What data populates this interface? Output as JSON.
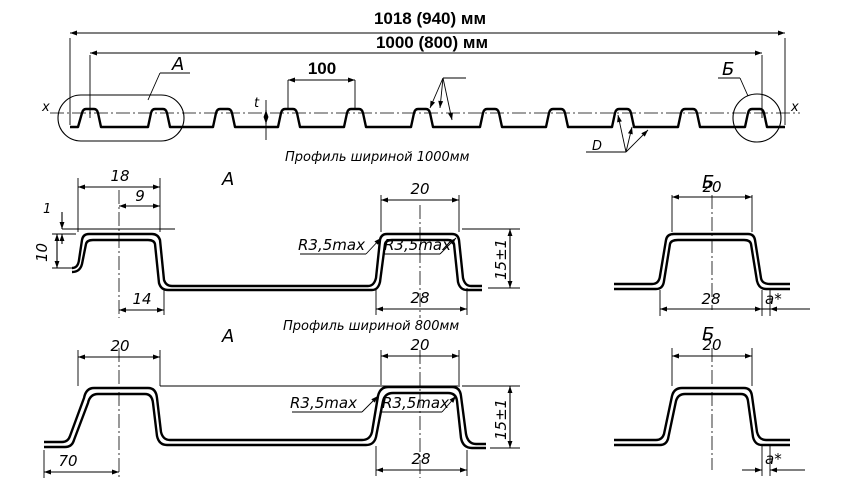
{
  "top": {
    "overall_width": "1018 (940) мм",
    "useful_width": "1000 (800) мм",
    "pitch": "100",
    "callout_a": "А",
    "callout_b": "Б",
    "axis_left": "x",
    "axis_right": "x",
    "thickness": "t",
    "coating": "D",
    "caption": "Профиль шириной  1000мм"
  },
  "view_a_1000": {
    "title": "А",
    "dim_18": "18",
    "dim_9": "9",
    "dim_1": "1",
    "dim_10": "10",
    "dim_14": "14",
    "dim_20": "20",
    "dim_28": "28",
    "radius_left": "R3,5max",
    "radius_right": "R3,5max",
    "height": "15±1"
  },
  "view_b_1000": {
    "title": "Б",
    "dim_20": "20",
    "dim_28": "28",
    "dim_a": "a*"
  },
  "caption_800": "Профиль шириной  800мм",
  "view_a_800": {
    "title": "А",
    "dim_20_left": "20",
    "dim_70": "70",
    "dim_20": "20",
    "dim_28": "28",
    "radius_left": "R3,5max",
    "radius_right": "R3,5max",
    "height": "15±1"
  },
  "view_b_800": {
    "title": "Б",
    "dim_20": "20",
    "dim_a": "a*"
  }
}
